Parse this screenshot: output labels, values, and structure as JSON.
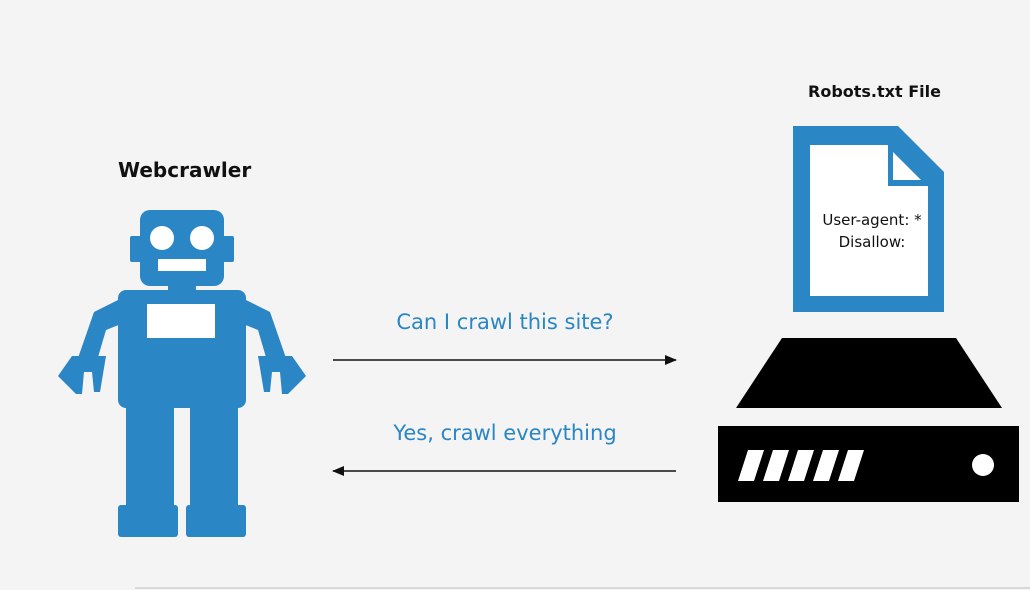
{
  "crawler": {
    "title": "Webcrawler",
    "icon": "robot-icon"
  },
  "robots_file": {
    "title": "Robots.txt File",
    "icon": "document-icon",
    "lines": [
      "User-agent: *",
      "Disallow:"
    ]
  },
  "server": {
    "icon": "server-icon"
  },
  "messages": {
    "request": "Can I crawl this site?",
    "response": "Yes, crawl everything"
  },
  "colors": {
    "background": "#f4f4f4",
    "accent_blue": "#2a86c4",
    "text_blue": "#2a86c4",
    "dark": "#000000",
    "arrow": "#111111"
  }
}
